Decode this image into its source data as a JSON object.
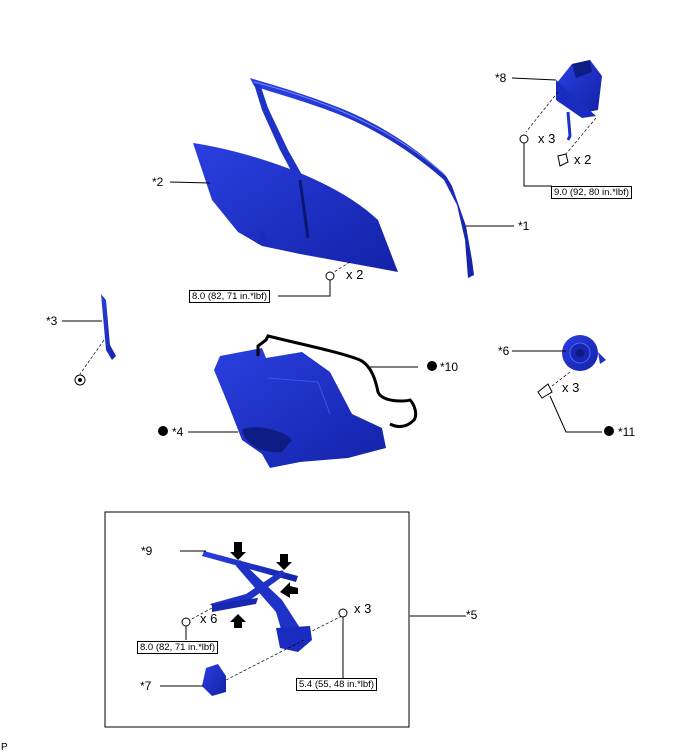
{
  "diagram": {
    "callouts": {
      "c1": "*1",
      "c2": "*2",
      "c3": "*3",
      "c4": "*4",
      "c5": "*5",
      "c6": "*6",
      "c7": "*7",
      "c8": "*8",
      "c9": "*9",
      "c10": "*10",
      "c11": "*11"
    },
    "quantities": {
      "mirror_bolt": "x 3",
      "mirror_screw": "x 2",
      "glass_bolt": "x 2",
      "speaker_screw": "x 3",
      "regulator_bolt": "x 6",
      "motor_bolt": "x 3"
    },
    "torques": {
      "mirror": "9.0 (92, 80 in.*lbf)",
      "glass": "8.0 (82, 71 in.*lbf)",
      "regulator": "8.0 (82, 71 in.*lbf)",
      "motor": "5.4 (55, 48 in.*lbf)"
    },
    "page_id": "P",
    "colors": {
      "part": "#1f32c8",
      "part_dark": "#10208f",
      "line": "#000000"
    }
  }
}
